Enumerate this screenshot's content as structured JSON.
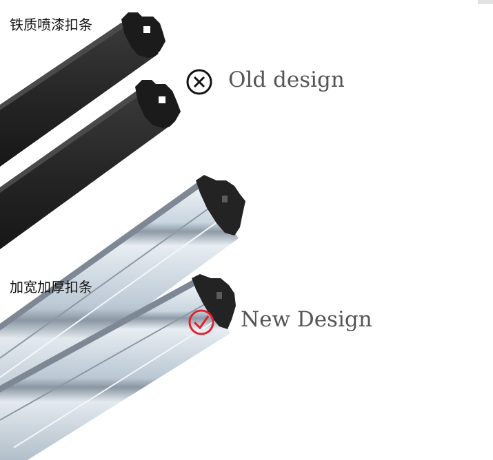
{
  "labels": {
    "old_cn": "铁质喷漆扣条",
    "new_cn": "加宽加厚扣条"
  },
  "captions": {
    "old": "Old design",
    "new": "New Design"
  },
  "icons": {
    "old_status": "x-circle-icon",
    "new_status": "check-circle-icon"
  },
  "colors": {
    "old_strip": "#232323",
    "new_strip": "#c5d2dd",
    "x_icon": "#111111",
    "check_icon": "#e0212e",
    "caption_text": "#555555"
  }
}
